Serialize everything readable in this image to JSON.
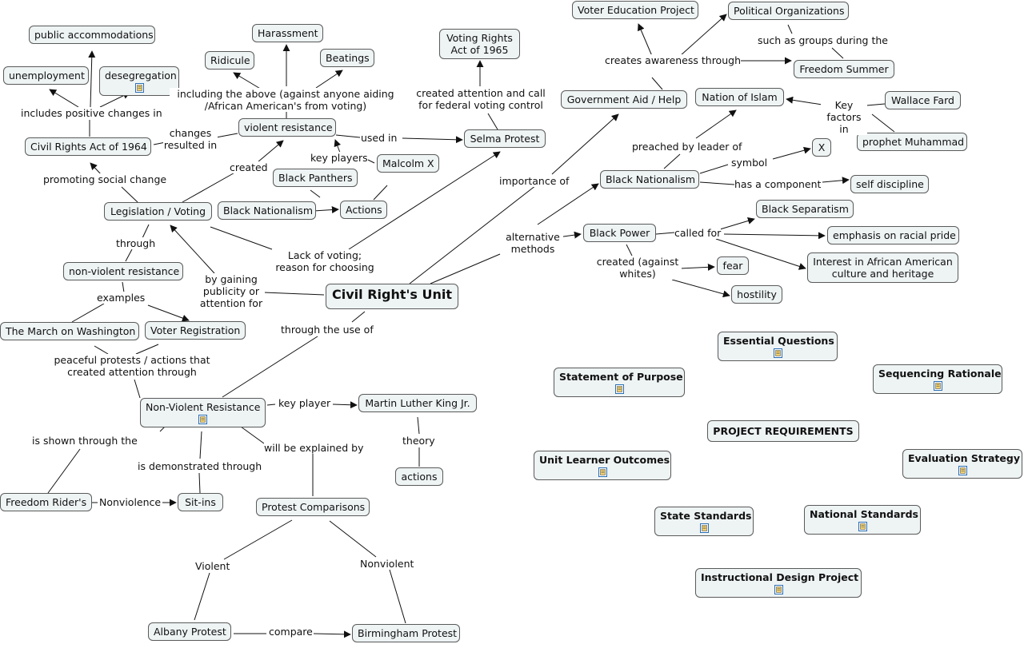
{
  "colors": {
    "node_fill": "#eef3f4",
    "node_border": "#5a5a5a",
    "line": "#111111",
    "doc_icon": "#2a6fb5"
  },
  "central": "Civil Right's Unit",
  "nodes": {
    "voter_education_project": "Voter Education Project",
    "political_organizations": "Political Organizations",
    "freedom_summer": "Freedom Summer",
    "government_aid": "Government Aid / Help",
    "nation_of_islam": "Nation of Islam",
    "wallace_fard": "Wallace Fard",
    "prophet_muhammad": "prophet Muhammad",
    "x": "X",
    "black_nationalism_right": "Black Nationalism",
    "self_discipline": "self discipline",
    "black_separatism": "Black Separatism",
    "black_power": "Black Power",
    "racial_pride": "emphasis on racial pride",
    "african_american_culture": "Interest in African American culture and heritage",
    "fear": "fear",
    "hostility": "hostility",
    "voting_rights_act": "Voting Rights Act of 1965",
    "selma_protest": "Selma Protest",
    "harassment": "Harassment",
    "ridicule": "Ridicule",
    "beatings": "Beatings",
    "violent_resistance": "violent resistance",
    "malcolm_x": "Malcolm X",
    "black_panthers": "Black Panthers",
    "black_nationalism_left": "Black Nationalism",
    "actions_top": "Actions",
    "public_accommodations": "public accommodations",
    "unemployment": "unemployment",
    "desegregation": "desegregation",
    "civil_rights_act": "Civil Rights Act of 1964",
    "legislation_voting": "Legislation / Voting",
    "non_violent_resistance_small": "non-violent resistance",
    "march_on_washington": "The March on Washington",
    "voter_registration": "Voter Registration",
    "non_violent_resistance": "Non-Violent Resistance",
    "mlk": "Martin Luther King Jr.",
    "actions_bottom": "actions",
    "freedom_riders": "Freedom Rider's",
    "sit_ins": "Sit-ins",
    "protest_comparisons": "Protest Comparisons",
    "albany_protest": "Albany Protest",
    "birmingham_protest": "Birmingham Protest",
    "essential_questions": "Essential Questions",
    "statement_of_purpose": "Statement of Purpose",
    "sequencing_rationale": "Sequencing Rationale",
    "project_requirements": "PROJECT REQUIREMENTS",
    "unit_learner_outcomes": "Unit Learner Outcomes",
    "evaluation_strategy": "Evaluation Strategy",
    "state_standards": "State Standards",
    "national_standards": "National Standards",
    "instructional_design_project": "Instructional Design Project"
  },
  "links": {
    "creates_awareness": "creates awareness through",
    "such_as_groups": "such as groups during the",
    "key_factors": "Key factors in",
    "preached_by": "preached by leader of",
    "symbol": "symbol",
    "has_component": "has a component",
    "called_for": "called for",
    "created_against": "created (against whites)",
    "alternative_methods": "alternative methods",
    "importance_of": "importance of",
    "created_attention": "created attention and call for federal voting control",
    "used_in": "used in",
    "including_above": "including the above (against anyone aiding /African American's from voting)",
    "key_players": "key players",
    "changes_resulted": "changes resulted in",
    "created": "created",
    "includes_positive": "includes positive changes in",
    "promoting_social": "promoting social change",
    "lack_of_voting": "Lack of voting; reason for choosing",
    "by_gaining": "by gaining publicity or attention for",
    "through": "through",
    "examples": "examples",
    "through_the_use": "through the use of",
    "peaceful_protests": "peaceful protests / actions that created attention through",
    "key_player": "key player",
    "theory": "theory",
    "is_shown": "is shown through the",
    "is_demonstrated": "is demonstrated through",
    "will_be_explained": "will be explained by",
    "nonviolence": "Nonviolence",
    "violent": "Violent",
    "nonviolent": "Nonviolent",
    "compare": "compare"
  }
}
